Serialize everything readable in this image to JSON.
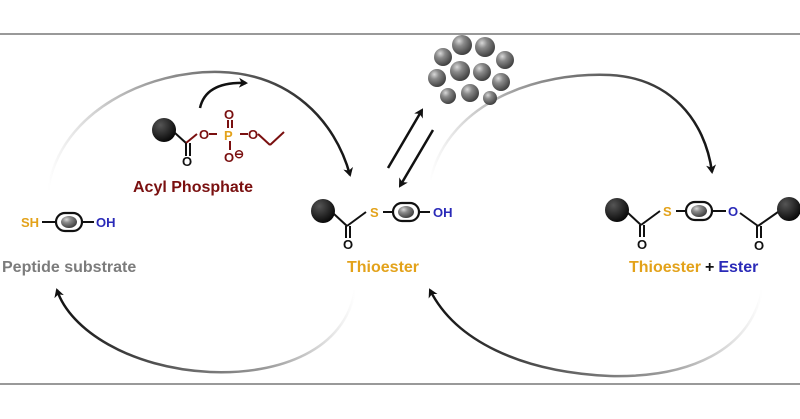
{
  "colors": {
    "thiol": "#e3a21a",
    "hydroxyl": "#2a2ab8",
    "acyl": "#7a1010",
    "grey": "#7c7c7c",
    "black": "#111111"
  },
  "labels": {
    "acyl_phosphate": "Acyl Phosphate",
    "peptide_substrate": "Peptide substrate",
    "thioester": "Thioester",
    "thioester_ester_a": "Thioester",
    "thioester_ester_plus": "+",
    "thioester_ester_b": "Ester"
  },
  "atoms": {
    "SH": "SH",
    "OH": "OH",
    "S": "S",
    "O": "O",
    "P": "P",
    "minus": "⊖"
  }
}
